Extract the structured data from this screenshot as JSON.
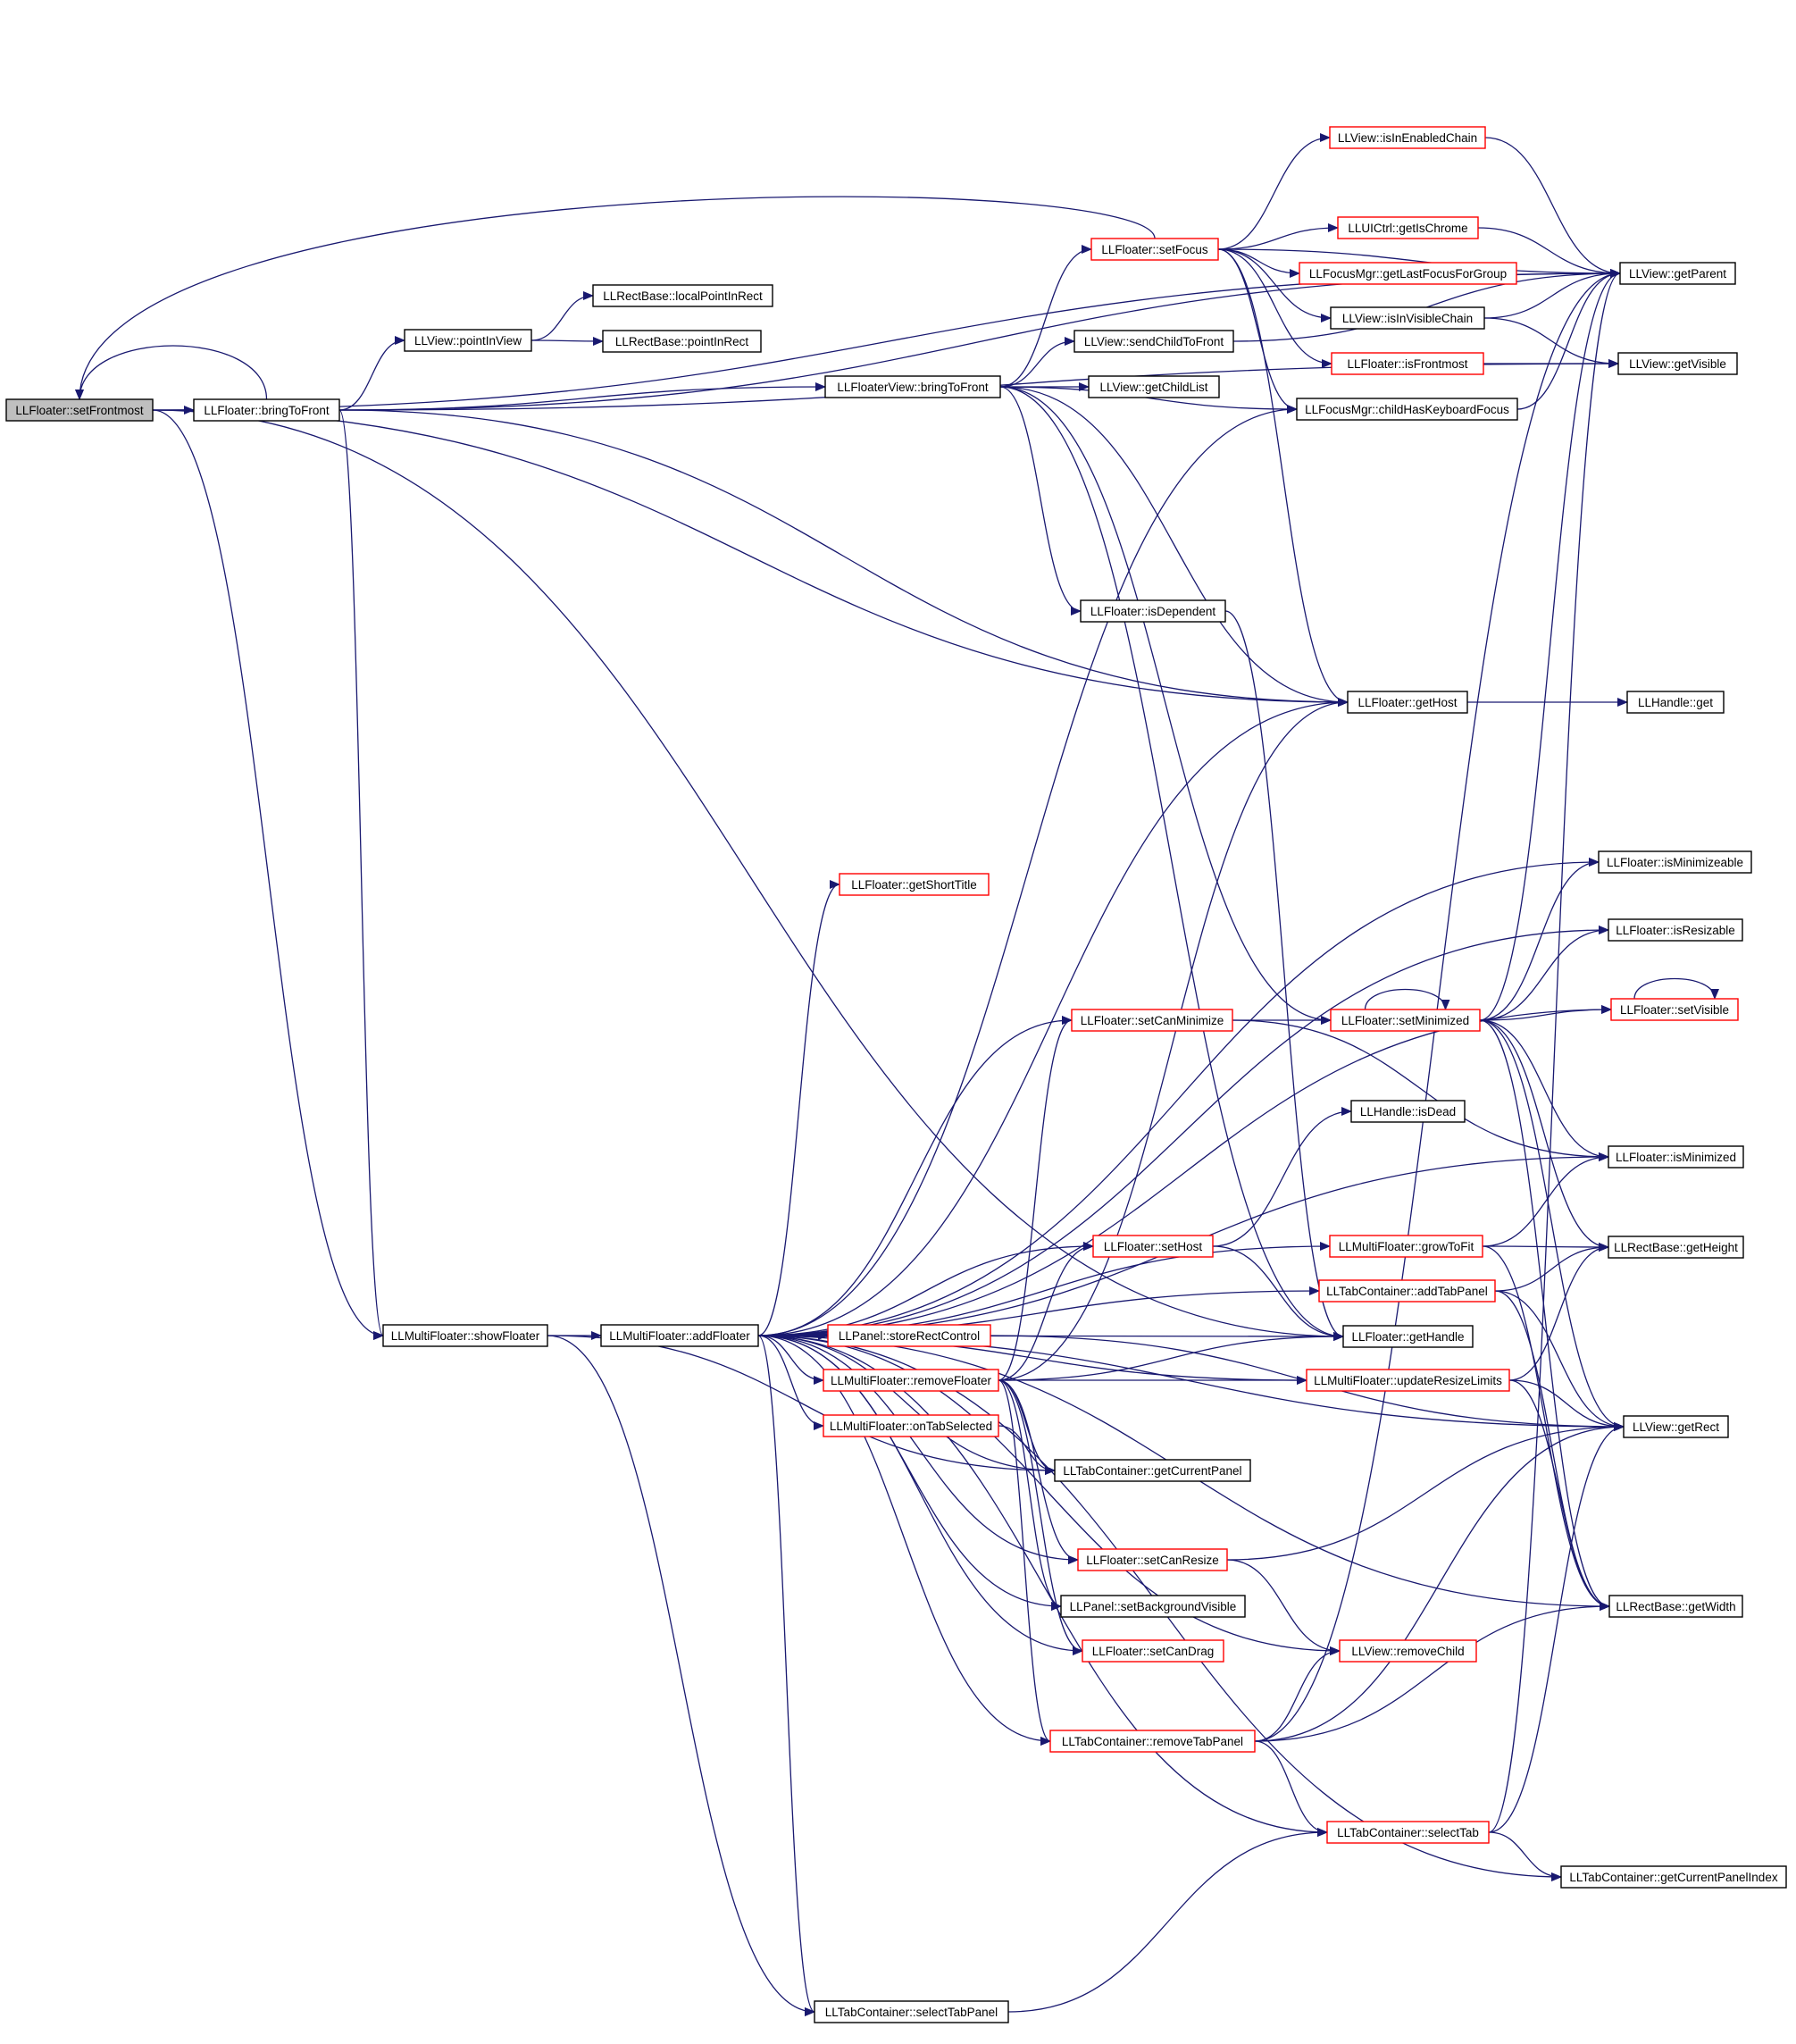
{
  "colors": {
    "edge": "#191970",
    "normal_border": "#000000",
    "truncated_border": "#ff0000",
    "current_fill": "#bfbfbf",
    "fill": "#ffffff"
  },
  "nodes": [
    {
      "id": "setFrontmost",
      "label": "LLFloater::setFrontmost",
      "style": "current"
    },
    {
      "id": "bringToFront",
      "label": "LLFloater::bringToFront",
      "style": "normal"
    },
    {
      "id": "pointInView",
      "label": "LLView::pointInView",
      "style": "normal"
    },
    {
      "id": "localPointInRect",
      "label": "LLRectBase::localPointInRect",
      "style": "normal"
    },
    {
      "id": "pointInRect",
      "label": "LLRectBase::pointInRect",
      "style": "normal"
    },
    {
      "id": "floaterViewBringToFront",
      "label": "LLFloaterView::bringToFront",
      "style": "normal"
    },
    {
      "id": "sendChildToFront",
      "label": "LLView::sendChildToFront",
      "style": "normal"
    },
    {
      "id": "getChildList",
      "label": "LLView::getChildList",
      "style": "normal"
    },
    {
      "id": "setFocus",
      "label": "LLFloater::setFocus",
      "style": "truncated"
    },
    {
      "id": "isInEnabledChain",
      "label": "LLView::isInEnabledChain",
      "style": "truncated"
    },
    {
      "id": "getIsChrome",
      "label": "LLUICtrl::getIsChrome",
      "style": "truncated"
    },
    {
      "id": "getLastFocusForGroup",
      "label": "LLFocusMgr::getLastFocusForGroup",
      "style": "truncated"
    },
    {
      "id": "isInVisibleChain",
      "label": "LLView::isInVisibleChain",
      "style": "normal"
    },
    {
      "id": "isFrontmost",
      "label": "LLFloater::isFrontmost",
      "style": "truncated"
    },
    {
      "id": "childHasKeyboardFocus",
      "label": "LLFocusMgr::childHasKeyboardFocus",
      "style": "normal"
    },
    {
      "id": "getParent",
      "label": "LLView::getParent",
      "style": "normal"
    },
    {
      "id": "getVisible",
      "label": "LLView::getVisible",
      "style": "normal"
    },
    {
      "id": "isDependent",
      "label": "LLFloater::isDependent",
      "style": "normal"
    },
    {
      "id": "getHost",
      "label": "LLFloater::getHost",
      "style": "normal"
    },
    {
      "id": "handleGet",
      "label": "LLHandle::get",
      "style": "normal"
    },
    {
      "id": "isMinimizeable",
      "label": "LLFloater::isMinimizeable",
      "style": "normal"
    },
    {
      "id": "getShortTitle",
      "label": "LLFloater::getShortTitle",
      "style": "truncated"
    },
    {
      "id": "isResizable",
      "label": "LLFloater::isResizable",
      "style": "normal"
    },
    {
      "id": "setCanMinimize",
      "label": "LLFloater::setCanMinimize",
      "style": "truncated"
    },
    {
      "id": "setMinimized",
      "label": "LLFloater::setMinimized",
      "style": "truncated"
    },
    {
      "id": "setVisible",
      "label": "LLFloater::setVisible",
      "style": "truncated"
    },
    {
      "id": "isDead",
      "label": "LLHandle::isDead",
      "style": "normal"
    },
    {
      "id": "isMinimized",
      "label": "LLFloater::isMinimized",
      "style": "normal"
    },
    {
      "id": "growToFit",
      "label": "LLMultiFloater::growToFit",
      "style": "truncated"
    },
    {
      "id": "setHost",
      "label": "LLFloater::setHost",
      "style": "truncated"
    },
    {
      "id": "getHeight",
      "label": "LLRectBase::getHeight",
      "style": "normal"
    },
    {
      "id": "addTabPanel",
      "label": "LLTabContainer::addTabPanel",
      "style": "truncated"
    },
    {
      "id": "showFloater",
      "label": "LLMultiFloater::showFloater",
      "style": "normal"
    },
    {
      "id": "addFloater",
      "label": "LLMultiFloater::addFloater",
      "style": "normal"
    },
    {
      "id": "storeRectControl",
      "label": "LLPanel::storeRectControl",
      "style": "truncated"
    },
    {
      "id": "getHandle",
      "label": "LLFloater::getHandle",
      "style": "normal"
    },
    {
      "id": "removeFloater",
      "label": "LLMultiFloater::removeFloater",
      "style": "truncated"
    },
    {
      "id": "updateResizeLimits",
      "label": "LLMultiFloater::updateResizeLimits",
      "style": "truncated"
    },
    {
      "id": "onTabSelected",
      "label": "LLMultiFloater::onTabSelected",
      "style": "truncated"
    },
    {
      "id": "getRect",
      "label": "LLView::getRect",
      "style": "normal"
    },
    {
      "id": "getCurrentPanel",
      "label": "LLTabContainer::getCurrentPanel",
      "style": "normal"
    },
    {
      "id": "setCanResize",
      "label": "LLFloater::setCanResize",
      "style": "truncated"
    },
    {
      "id": "setBackgroundVisible",
      "label": "LLPanel::setBackgroundVisible",
      "style": "normal"
    },
    {
      "id": "getWidth",
      "label": "LLRectBase::getWidth",
      "style": "normal"
    },
    {
      "id": "setCanDrag",
      "label": "LLFloater::setCanDrag",
      "style": "truncated"
    },
    {
      "id": "removeChild",
      "label": "LLView::removeChild",
      "style": "truncated"
    },
    {
      "id": "removeTabPanel",
      "label": "LLTabContainer::removeTabPanel",
      "style": "truncated"
    },
    {
      "id": "selectTab",
      "label": "LLTabContainer::selectTab",
      "style": "truncated"
    },
    {
      "id": "getCurrentPanelIndex",
      "label": "LLTabContainer::getCurrentPanelIndex",
      "style": "normal"
    },
    {
      "id": "selectTabPanel",
      "label": "LLTabContainer::selectTabPanel",
      "style": "normal"
    }
  ],
  "edges": [
    [
      "setFrontmost",
      "bringToFront"
    ],
    [
      "setFrontmost",
      "getParent"
    ],
    [
      "setFrontmost",
      "getHost"
    ],
    [
      "setFrontmost",
      "showFloater"
    ],
    [
      "setFrontmost",
      "getHandle"
    ],
    [
      "bringToFront",
      "pointInView"
    ],
    [
      "bringToFront",
      "floaterViewBringToFront"
    ],
    [
      "bringToFront",
      "getParent"
    ],
    [
      "bringToFront",
      "getVisible"
    ],
    [
      "bringToFront",
      "getHost"
    ],
    [
      "bringToFront",
      "showFloater"
    ],
    [
      "bringToFront",
      "setFrontmost"
    ],
    [
      "pointInView",
      "localPointInRect"
    ],
    [
      "pointInView",
      "pointInRect"
    ],
    [
      "floaterViewBringToFront",
      "setFocus"
    ],
    [
      "floaterViewBringToFront",
      "sendChildToFront"
    ],
    [
      "floaterViewBringToFront",
      "getChildList"
    ],
    [
      "floaterViewBringToFront",
      "childHasKeyboardFocus"
    ],
    [
      "floaterViewBringToFront",
      "isDependent"
    ],
    [
      "floaterViewBringToFront",
      "getHost"
    ],
    [
      "floaterViewBringToFront",
      "setMinimized"
    ],
    [
      "floaterViewBringToFront",
      "getHandle"
    ],
    [
      "setFocus",
      "isInEnabledChain"
    ],
    [
      "setFocus",
      "getIsChrome"
    ],
    [
      "setFocus",
      "getLastFocusForGroup"
    ],
    [
      "setFocus",
      "isInVisibleChain"
    ],
    [
      "setFocus",
      "isFrontmost"
    ],
    [
      "setFocus",
      "childHasKeyboardFocus"
    ],
    [
      "setFocus",
      "getParent"
    ],
    [
      "setFocus",
      "getHost"
    ],
    [
      "setFocus",
      "setFrontmost"
    ],
    [
      "isInEnabledChain",
      "getParent"
    ],
    [
      "getIsChrome",
      "getParent"
    ],
    [
      "isInVisibleChain",
      "getParent"
    ],
    [
      "isInVisibleChain",
      "getVisible"
    ],
    [
      "isFrontmost",
      "getVisible"
    ],
    [
      "childHasKeyboardFocus",
      "getParent"
    ],
    [
      "sendChildToFront",
      "getParent"
    ],
    [
      "isDependent",
      "getHandle"
    ],
    [
      "getHost",
      "handleGet"
    ],
    [
      "showFloater",
      "addFloater"
    ],
    [
      "showFloater",
      "getCurrentPanel"
    ],
    [
      "showFloater",
      "selectTabPanel"
    ],
    [
      "addFloater",
      "getShortTitle"
    ],
    [
      "addFloater",
      "isMinimizeable"
    ],
    [
      "addFloater",
      "isResizable"
    ],
    [
      "addFloater",
      "setCanMinimize"
    ],
    [
      "addFloater",
      "setVisible"
    ],
    [
      "addFloater",
      "isMinimized"
    ],
    [
      "addFloater",
      "growToFit"
    ],
    [
      "addFloater",
      "setHost"
    ],
    [
      "addFloater",
      "addTabPanel"
    ],
    [
      "addFloater",
      "storeRectControl"
    ],
    [
      "addFloater",
      "getHandle"
    ],
    [
      "addFloater",
      "removeFloater"
    ],
    [
      "addFloater",
      "updateResizeLimits"
    ],
    [
      "addFloater",
      "onTabSelected"
    ],
    [
      "addFloater",
      "getCurrentPanel"
    ],
    [
      "addFloater",
      "setCanResize"
    ],
    [
      "addFloater",
      "setBackgroundVisible"
    ],
    [
      "addFloater",
      "setCanDrag"
    ],
    [
      "addFloater",
      "removeChild"
    ],
    [
      "addFloater",
      "removeTabPanel"
    ],
    [
      "addFloater",
      "selectTab"
    ],
    [
      "addFloater",
      "getCurrentPanelIndex"
    ],
    [
      "addFloater",
      "selectTabPanel"
    ],
    [
      "addFloater",
      "getHost"
    ],
    [
      "addFloater",
      "getRect"
    ],
    [
      "addFloater",
      "getWidth"
    ],
    [
      "addFloater",
      "childHasKeyboardFocus"
    ],
    [
      "setCanMinimize",
      "setMinimized"
    ],
    [
      "setCanMinimize",
      "isMinimized"
    ],
    [
      "setMinimized",
      "isMinimizeable"
    ],
    [
      "setMinimized",
      "setVisible"
    ],
    [
      "setMinimized",
      "isResizable"
    ],
    [
      "setMinimized",
      "isMinimized"
    ],
    [
      "setMinimized",
      "getHeight"
    ],
    [
      "setMinimized",
      "getRect"
    ],
    [
      "setMinimized",
      "getWidth"
    ],
    [
      "setMinimized",
      "setMinimized"
    ],
    [
      "setVisible",
      "setVisible"
    ],
    [
      "setMinimized",
      "getParent"
    ],
    [
      "growToFit",
      "getHeight"
    ],
    [
      "growToFit",
      "getWidth"
    ],
    [
      "growToFit",
      "isMinimized"
    ],
    [
      "setHost",
      "isDead"
    ],
    [
      "setHost",
      "getHandle"
    ],
    [
      "addTabPanel",
      "getHeight"
    ],
    [
      "addTabPanel",
      "getRect"
    ],
    [
      "addTabPanel",
      "getWidth"
    ],
    [
      "storeRectControl",
      "getRect"
    ],
    [
      "removeFloater",
      "getHandle"
    ],
    [
      "removeFloater",
      "updateResizeLimits"
    ],
    [
      "removeFloater",
      "getCurrentPanel"
    ],
    [
      "removeFloater",
      "setCanResize"
    ],
    [
      "removeFloater",
      "setBackgroundVisible"
    ],
    [
      "removeFloater",
      "setCanDrag"
    ],
    [
      "removeFloater",
      "removeTabPanel"
    ],
    [
      "removeFloater",
      "setCanMinimize"
    ],
    [
      "removeFloater",
      "setHost"
    ],
    [
      "removeFloater",
      "getHost"
    ],
    [
      "updateResizeLimits",
      "getHeight"
    ],
    [
      "updateResizeLimits",
      "getRect"
    ],
    [
      "updateResizeLimits",
      "getWidth"
    ],
    [
      "onTabSelected",
      "getCurrentPanel"
    ],
    [
      "setCanResize",
      "getRect"
    ],
    [
      "setCanResize",
      "removeChild"
    ],
    [
      "removeTabPanel",
      "removeChild"
    ],
    [
      "removeTabPanel",
      "selectTab"
    ],
    [
      "removeTabPanel",
      "getRect"
    ],
    [
      "removeTabPanel",
      "getWidth"
    ],
    [
      "removeTabPanel",
      "getParent"
    ],
    [
      "selectTab",
      "getCurrentPanelIndex"
    ],
    [
      "selectTab",
      "getRect"
    ],
    [
      "selectTab",
      "getParent"
    ],
    [
      "selectTabPanel",
      "selectTab"
    ]
  ]
}
